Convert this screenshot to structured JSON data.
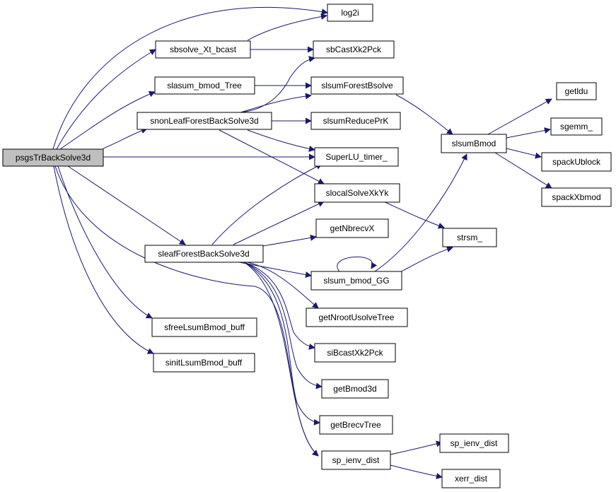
{
  "colors": {
    "edge": "#191970",
    "node_border": "#000000",
    "root_fill": "#bfbfbf",
    "node_fill": "#ffffff"
  },
  "nodes": {
    "psgsTrBackSolve3d": "psgsTrBackSolve3d",
    "log2i": "log2i",
    "sbsolve_Xt_bcast": "sbsolve_Xt_bcast",
    "sbCastXk2Pck": "sbCastXk2Pck",
    "slasum_bmod_Tree": "slasum_bmod_Tree",
    "slsumForestBsolve": "slsumForestBsolve",
    "snonLeafForestBackSolve3d": "snonLeafForestBackSolve3d",
    "slsumReducePrK": "slsumReducePrK",
    "SuperLU_timer_": "SuperLU_timer_",
    "slocalSolveXkYk": "slocalSolveXkYk",
    "getNbrecvX": "getNbrecvX",
    "sleafForestBackSolve3d": "sleafForestBackSolve3d",
    "slsum_bmod_GG": "slsum_bmod_GG",
    "getNrootUsolveTree": "getNrootUsolveTree",
    "siBcastXk2Pck": "siBcastXk2Pck",
    "getBmod3d": "getBmod3d",
    "getBrecvTree": "getBrecvTree",
    "sp_ienv_dist_1": "sp_ienv_dist",
    "sp_ienv_dist_2": "sp_ienv_dist",
    "xerr_dist": "xerr_dist",
    "sfreeLsumBmod_buff": "sfreeLsumBmod_buff",
    "sinitLsumBmod_buff": "sinitLsumBmod_buff",
    "slsumBmod": "slsumBmod",
    "getldu": "getldu",
    "sgemm_": "sgemm_",
    "spackUblock": "spackUblock",
    "spackXbmod": "spackXbmod",
    "strsm_": "strsm_"
  }
}
